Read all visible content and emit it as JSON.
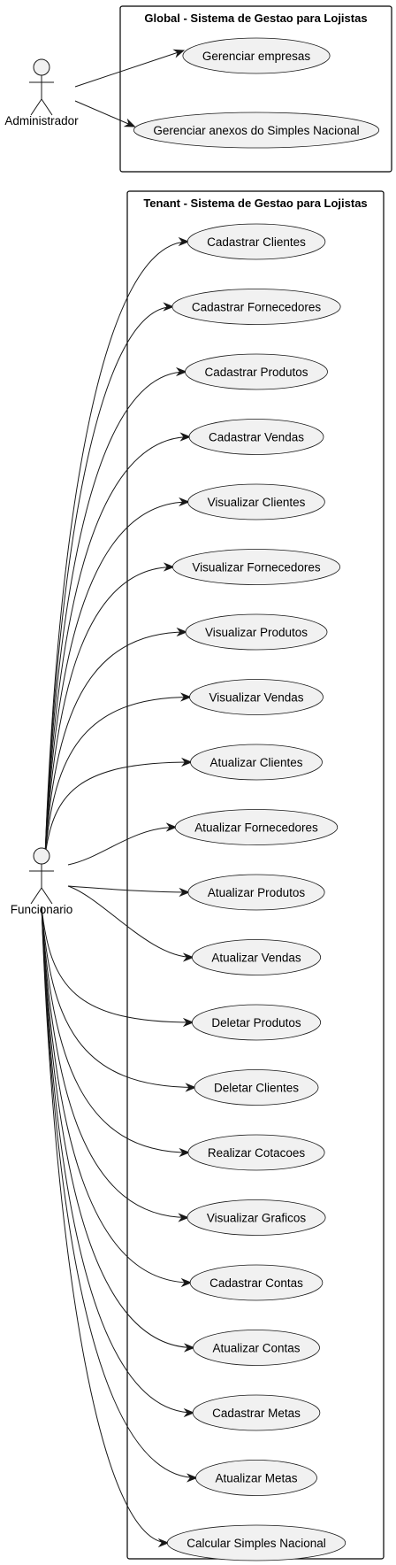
{
  "packages": [
    {
      "id": "global",
      "title": "Global - Sistema de Gestao para Lojistas",
      "use_cases": [
        "Gerenciar empresas",
        "Gerenciar anexos do Simples Nacional"
      ]
    },
    {
      "id": "tenant",
      "title": "Tenant - Sistema de Gestao para Lojistas",
      "use_cases": [
        "Cadastrar Clientes",
        "Cadastrar Fornecedores",
        "Cadastrar Produtos",
        "Cadastrar Vendas",
        "Visualizar Clientes",
        "Visualizar Fornecedores",
        "Visualizar Produtos",
        "Visualizar Vendas",
        "Atualizar Clientes",
        "Atualizar Fornecedores",
        "Atualizar Produtos",
        "Atualizar Vendas",
        "Deletar Produtos",
        "Deletar Clientes",
        "Realizar Cotacoes",
        "Visualizar Graficos",
        "Cadastrar Contas",
        "Atualizar Contas",
        "Cadastrar Metas",
        "Atualizar Metas",
        "Calcular Simples Nacional"
      ]
    }
  ],
  "actors": [
    {
      "id": "administrador",
      "name": "Administrador",
      "package": "global"
    },
    {
      "id": "funcionario",
      "name": "Funcionario",
      "package": "tenant"
    }
  ],
  "colors": {
    "use_case_fill": "#f1f1f1",
    "line": "#181818",
    "background": "#ffffff"
  }
}
